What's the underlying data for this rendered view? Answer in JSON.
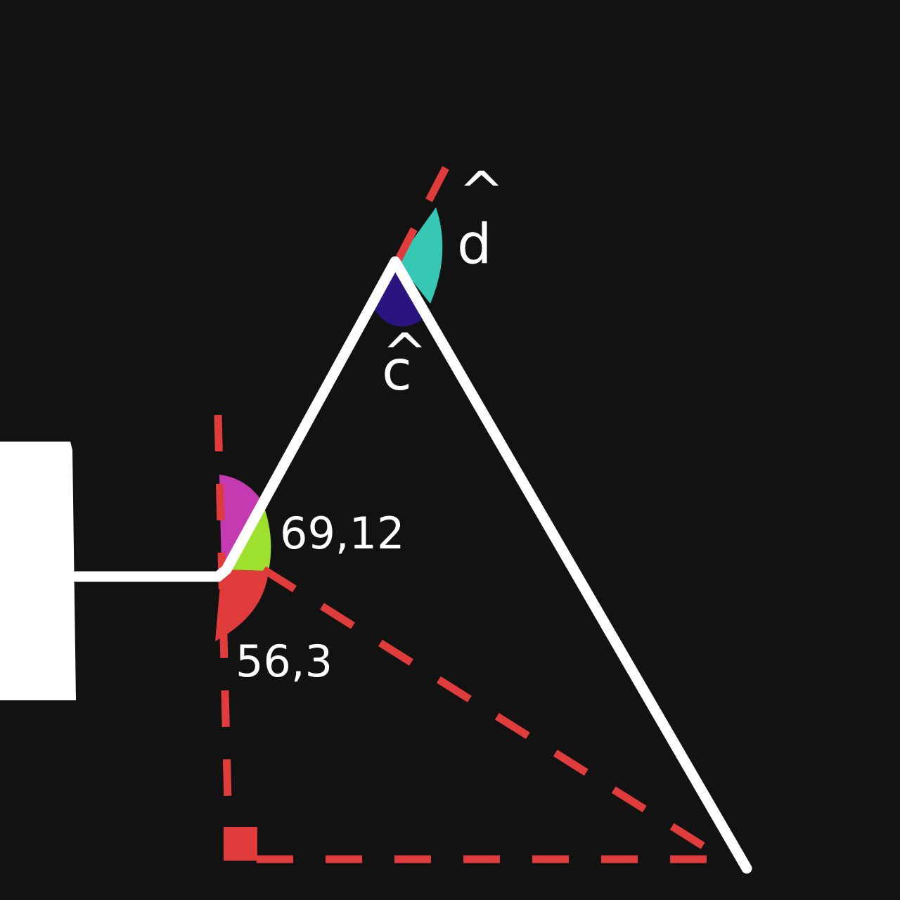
{
  "colors": {
    "background": "#121212",
    "figure_line": "#ffffff",
    "construction_line": "#e03c3c",
    "angle_magenta": "#c43ab0",
    "angle_green": "#9ee02e",
    "angle_red": "#e03c3c",
    "angle_teal": "#36c8b4",
    "angle_navy": "#2a1580",
    "right_angle_marker": "#e03c3c"
  },
  "labels": {
    "angle_green_value": "69,12",
    "angle_red_value": "56,3",
    "angle_c": "c",
    "angle_d": "d",
    "hat": "^"
  }
}
